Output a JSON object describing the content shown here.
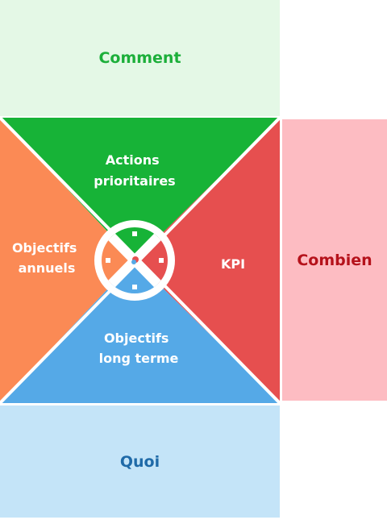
{
  "panels": {
    "top": "Comment",
    "bottom": "Quoi",
    "right": "Combien"
  },
  "quadrants": {
    "top": [
      "Actions",
      "prioritaires"
    ],
    "left": [
      "Objectifs",
      "annuels"
    ],
    "right": [
      "KPI"
    ],
    "bottom": [
      "Objectifs",
      "long terme"
    ]
  },
  "colors": {
    "green": "#17b337",
    "orange": "#fb8a55",
    "red": "#e64f4f",
    "blue": "#55a9e7",
    "top_bg": "#e4f8e6",
    "bottom_bg": "#c4e4f8",
    "right_bg": "#fdbcc2"
  }
}
